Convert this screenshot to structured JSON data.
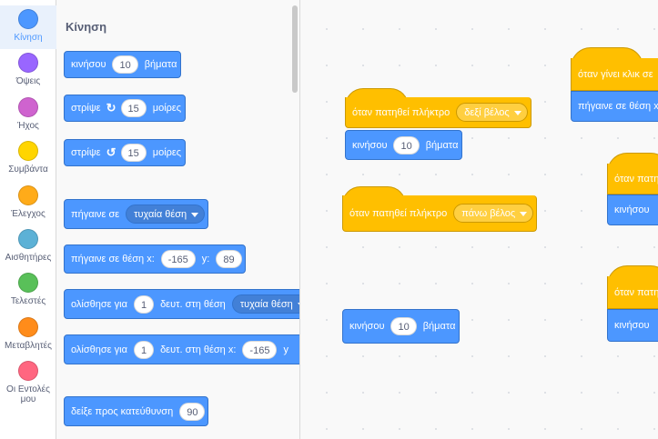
{
  "categories": [
    {
      "label": "Κίνηση",
      "color": "#4c97ff",
      "active": true
    },
    {
      "label": "Όψεις",
      "color": "#9966ff"
    },
    {
      "label": "Ήχος",
      "color": "#cf63cf"
    },
    {
      "label": "Συμβάντα",
      "color": "#ffd500"
    },
    {
      "label": "Έλεγχος",
      "color": "#ffab19"
    },
    {
      "label": "Αισθητήρες",
      "color": "#5cb1d6"
    },
    {
      "label": "Τελεστές",
      "color": "#59c059"
    },
    {
      "label": "Μεταβλητές",
      "color": "#ff8c1a"
    },
    {
      "label": "Οι Εντολές μου",
      "color": "#ff6680"
    }
  ],
  "palette": {
    "title": "Κίνηση",
    "move": {
      "label": "κινήσου",
      "value": "10",
      "suffix": "βήματα"
    },
    "turn_right": {
      "label": "στρίψε",
      "value": "15",
      "suffix": "μοίρες",
      "icon": "rotate-clockwise-icon"
    },
    "turn_left": {
      "label": "στρίψε",
      "value": "15",
      "suffix": "μοίρες",
      "icon": "rotate-counterclockwise-icon"
    },
    "goto": {
      "label": "πήγαινε σε",
      "option": "τυχαία θέση"
    },
    "goto_xy": {
      "label": "πήγαινε σε θέση x:",
      "x": "-165",
      "ylabel": "y:",
      "y": "89"
    },
    "glide_to": {
      "label": "ολίσθησε για",
      "secs": "1",
      "mid": "δευτ. στη θέση",
      "option": "τυχαία θέση"
    },
    "glide_xy": {
      "label": "ολίσθησε για",
      "secs": "1",
      "mid": "δευτ. στη θέση x:",
      "x": "-165",
      "ylabel": "y"
    },
    "point": {
      "label": "δείξε προς κατεύθυνση",
      "value": "90"
    }
  },
  "workspace": {
    "script1": {
      "hat": "όταν πατηθεί πλήκτρο",
      "key": "δεξί βέλος",
      "move": "κινήσου",
      "value": "10",
      "suffix": "βήματα"
    },
    "script2": {
      "hat": "όταν πατηθεί πλήκτρο",
      "key": "πάνω βέλος"
    },
    "loose_move": {
      "label": "κινήσου",
      "value": "10",
      "suffix": "βήματα"
    },
    "script3": {
      "hat": "όταν γίνει κλικ σε",
      "next": "πήγαινε σε θέση x"
    },
    "script4": {
      "hat": "όταν πατη",
      "next": "κινήσου"
    },
    "script5": {
      "hat": "όταν πατη",
      "next": "κινήσου"
    }
  }
}
